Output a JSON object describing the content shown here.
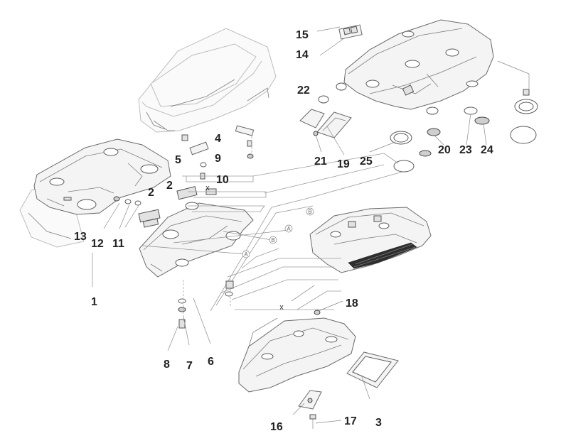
{
  "callouts": [
    {
      "id": "c1",
      "text": "1"
    },
    {
      "id": "c2a",
      "text": "2"
    },
    {
      "id": "c2b",
      "text": "2"
    },
    {
      "id": "c3",
      "text": "3"
    },
    {
      "id": "c4",
      "text": "4"
    },
    {
      "id": "c5",
      "text": "5"
    },
    {
      "id": "c6",
      "text": "6"
    },
    {
      "id": "c7",
      "text": "7"
    },
    {
      "id": "c8",
      "text": "8"
    },
    {
      "id": "c9",
      "text": "9"
    },
    {
      "id": "c10",
      "text": "10"
    },
    {
      "id": "c11",
      "text": "11"
    },
    {
      "id": "c12",
      "text": "12"
    },
    {
      "id": "c13",
      "text": "13"
    },
    {
      "id": "c14",
      "text": "14"
    },
    {
      "id": "c15",
      "text": "15"
    },
    {
      "id": "c16",
      "text": "16"
    },
    {
      "id": "c17",
      "text": "17"
    },
    {
      "id": "c18",
      "text": "18"
    },
    {
      "id": "c19",
      "text": "19"
    },
    {
      "id": "c20",
      "text": "20"
    },
    {
      "id": "c21",
      "text": "21"
    },
    {
      "id": "c22",
      "text": "22"
    },
    {
      "id": "c23",
      "text": "23"
    },
    {
      "id": "c24",
      "text": "24"
    },
    {
      "id": "c25",
      "text": "25"
    }
  ],
  "reference_marks": {
    "a": "A",
    "b": "B",
    "x": "x"
  }
}
